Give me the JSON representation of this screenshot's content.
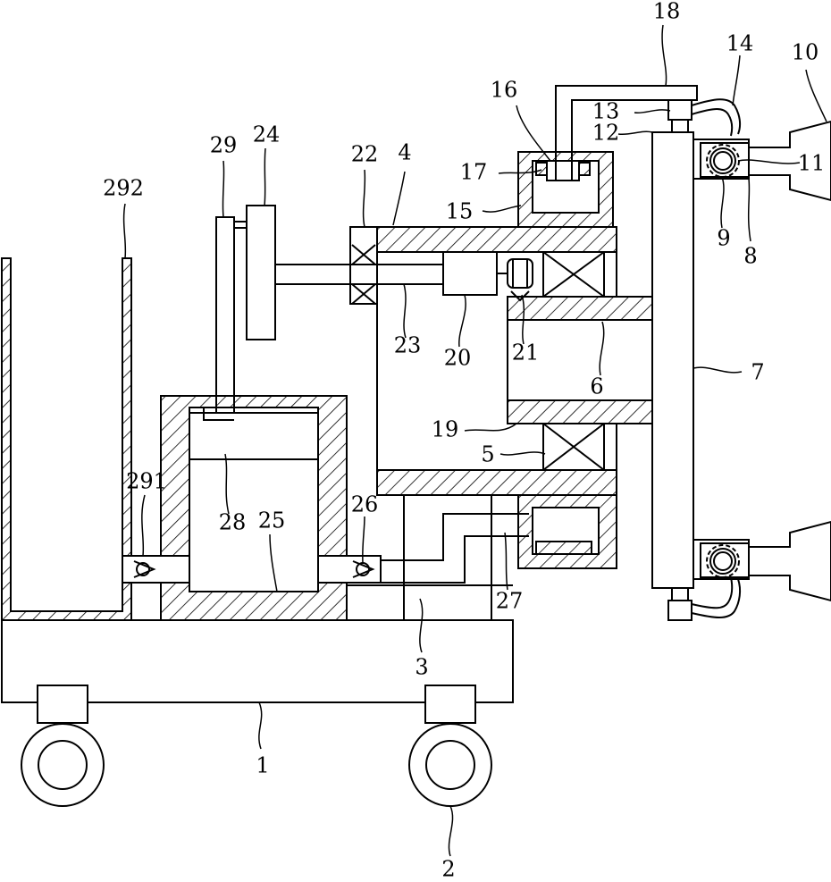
{
  "labels": {
    "l1": "1",
    "l2": "2",
    "l3": "3",
    "l4": "4",
    "l5": "5",
    "l6": "6",
    "l7": "7",
    "l8": "8",
    "l9": "9",
    "l10": "10",
    "l11": "11",
    "l12": "12",
    "l13": "13",
    "l14": "14",
    "l15": "15",
    "l16": "16",
    "l17": "17",
    "l18": "18",
    "l19": "19",
    "l20": "20",
    "l21": "21",
    "l22": "22",
    "l23": "23",
    "l24": "24",
    "l25": "25",
    "l26": "26",
    "l27": "27",
    "l28": "28",
    "l29": "29",
    "l291": "291",
    "l292": "292"
  }
}
